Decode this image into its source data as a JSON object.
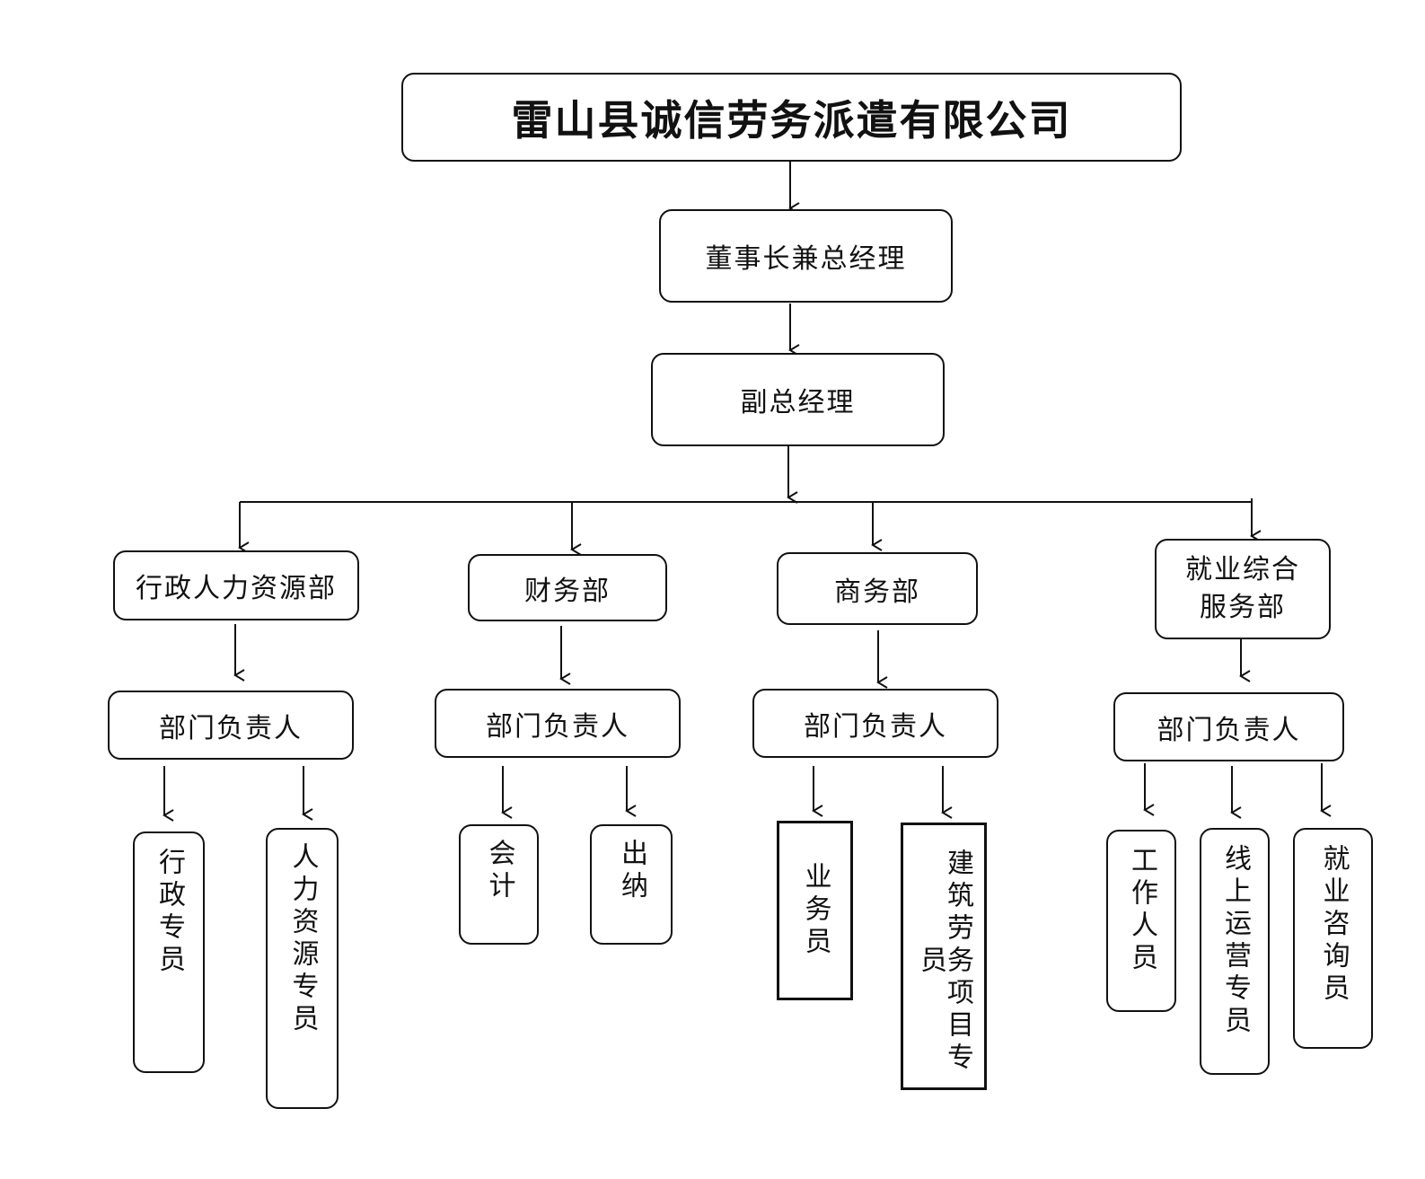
{
  "company": "雷山县诚信劳务派遣有限公司",
  "chairman": "董事长兼总经理",
  "deputy": "副总经理",
  "departments": [
    {
      "name": "行政人力资源部",
      "head": "部门负责人",
      "staff": [
        "行政专员",
        "人力资源专员"
      ]
    },
    {
      "name": "财务部",
      "head": "部门负责人",
      "staff": [
        "会计",
        "出纳"
      ]
    },
    {
      "name": "商务部",
      "head": "部门负责人",
      "staff": [
        "业务员",
        "建筑劳务项目专员"
      ]
    },
    {
      "name": "就业综合服务部",
      "head": "部门负责人",
      "staff": [
        "工作人员",
        "线上运营专员",
        "就业咨询员"
      ]
    }
  ]
}
